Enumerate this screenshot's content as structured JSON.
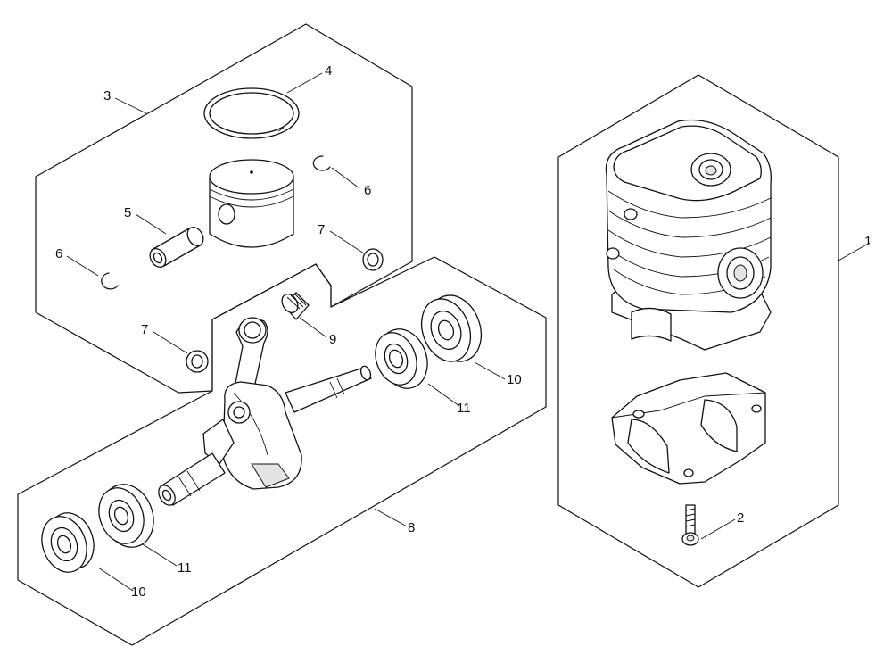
{
  "callouts": {
    "c1": "1",
    "c2": "2",
    "c3": "3",
    "c4": "4",
    "c5": "5",
    "c6a": "6",
    "c6b": "6",
    "c7a": "7",
    "c7b": "7",
    "c8": "8",
    "c9": "9",
    "c10a": "10",
    "c10b": "10",
    "c11a": "11",
    "c11b": "11"
  }
}
